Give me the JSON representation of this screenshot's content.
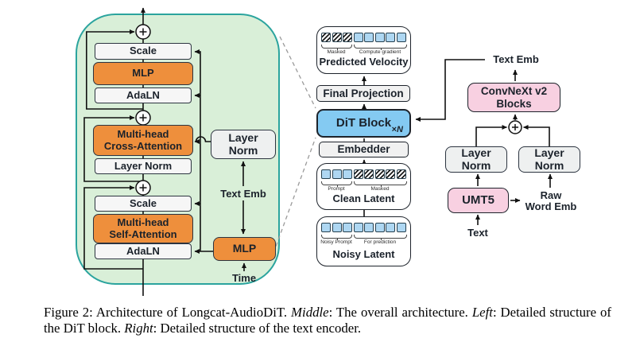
{
  "left_panel": {
    "scale_top": "Scale",
    "mlp_top": "MLP",
    "adaln_top": "AdaLN",
    "cross_attention": "Multi-head\nCross-Attention",
    "layer_norm_inner": "Layer Norm",
    "scale_bottom": "Scale",
    "self_attention": "Multi-head\nSelf-Attention",
    "adaln_bottom": "AdaLN",
    "layer_norm_side": "Layer\nNorm",
    "mlp_side": "MLP",
    "text_emb_label": "Text Emb",
    "time_label": "Time"
  },
  "middle": {
    "predicted_velocity": {
      "title": "Predicted Velocity",
      "group1_label": "Masked",
      "group2_label": "Compute gradient",
      "tokens": [
        "h",
        "h",
        "h",
        "b",
        "b",
        "b",
        "b",
        "b"
      ]
    },
    "final_projection": "Final Projection",
    "dit_block": {
      "label": "DiT Block",
      "repeat_prefix": "×",
      "repeat_var": "N"
    },
    "embedder": "Embedder",
    "clean_latent": {
      "title": "Clean Latent",
      "group1_label": "Prompt",
      "group2_label": "Masked",
      "tokens": [
        "b",
        "b",
        "b",
        "h",
        "h",
        "h",
        "h",
        "h"
      ]
    },
    "noisy_latent": {
      "title": "Noisy Latent",
      "group1_label": "Noisy Prompt",
      "group2_label": "For prediction",
      "tokens": [
        "b",
        "b",
        "b",
        "b",
        "b",
        "b",
        "b",
        "b"
      ]
    }
  },
  "right_panel": {
    "text_emb_label": "Text Emb",
    "convnext_blocks": "ConvNeXt v2\nBlocks",
    "layer_norm_left": "Layer\nNorm",
    "layer_norm_right": "Layer\nNorm",
    "umt5": "UMT5",
    "raw_word_emb_label": "Raw\nWord Emb",
    "text_label": "Text"
  },
  "icons": {
    "plus_circle": "+"
  },
  "colors": {
    "panel_green": "#d9efd8",
    "panel_border_teal": "#2ba49e",
    "block_orange": "#ee8f3c",
    "dit_blue": "#84caf2",
    "encoder_pink": "#f8d0e1",
    "token_blue": "#aed7f2",
    "line_dark": "#111111"
  },
  "caption": {
    "parts": [
      {
        "t": "Figure 2: Architecture of Longcat-AudioDiT. ",
        "s": "n"
      },
      {
        "t": "Middle",
        "s": "i"
      },
      {
        "t": ": The overall architecture. ",
        "s": "n"
      },
      {
        "t": "Left",
        "s": "i"
      },
      {
        "t": ": Detailed structure of the DiT block. ",
        "s": "n"
      },
      {
        "t": "Right",
        "s": "i"
      },
      {
        "t": ": Detailed structure of the text encoder.",
        "s": "n"
      }
    ]
  }
}
